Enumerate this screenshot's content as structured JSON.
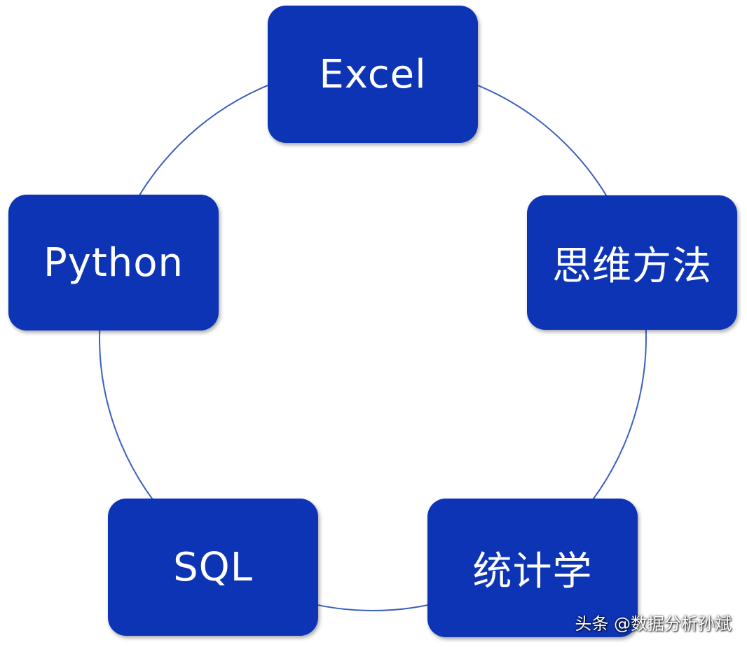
{
  "diagram": {
    "nodes": [
      {
        "id": "excel",
        "label": "Excel"
      },
      {
        "id": "siwei",
        "label": "思维方法"
      },
      {
        "id": "python",
        "label": "Python"
      },
      {
        "id": "sql",
        "label": "SQL"
      },
      {
        "id": "tongji",
        "label": "统计学"
      }
    ],
    "colors": {
      "node_fill": "#0d34b4",
      "node_text": "#ffffff",
      "ring_stroke": "#3b5fc0",
      "background": "#ffffff"
    }
  },
  "watermark": {
    "text": "头条 @数据分析孙斌"
  }
}
